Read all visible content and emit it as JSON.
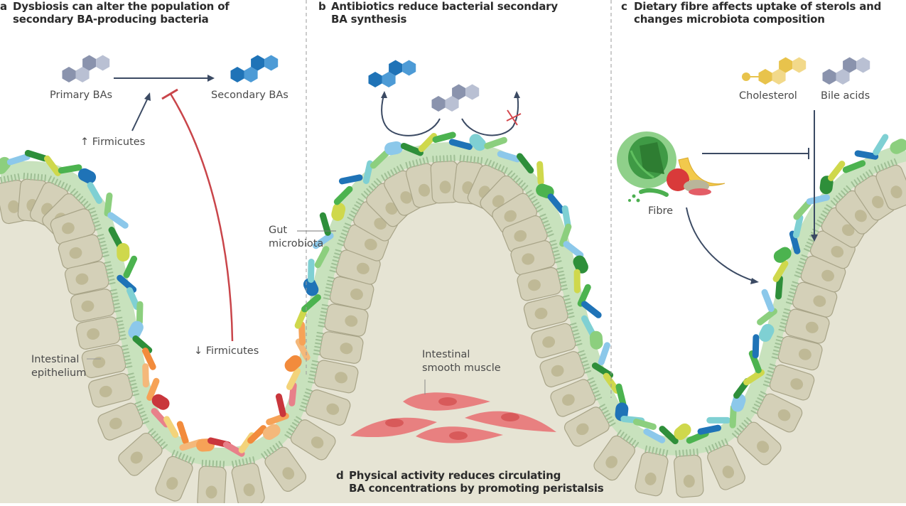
{
  "figure": {
    "panels": {
      "a": {
        "letter": "a",
        "title_line1": "Dysbiosis can alter the population of",
        "title_line2": "secondary BA-producing bacteria",
        "primary_label": "Primary BAs",
        "secondary_label": "Secondary BAs",
        "firmicutes_up": "↑ Firmicutes",
        "firmicutes_down": "↓ Firmicutes",
        "epithelium_label_line1": "Intestinal",
        "epithelium_label_line2": "epithelium"
      },
      "b": {
        "letter": "b",
        "title_line1": "Antibiotics reduce bacterial secondary",
        "title_line2": "BA synthesis",
        "microbiota_label_line1": "Gut",
        "microbiota_label_line2": "microbiota"
      },
      "c": {
        "letter": "c",
        "title_line1": "Dietary fibre affects uptake of sterols and",
        "title_line2": "changes microbiota composition",
        "cholesterol_label": "Cholesterol",
        "bile_acids_label": "Bile acids",
        "fibre_label": "Fibre"
      },
      "d": {
        "letter": "d",
        "title_line1": "Physical activity reduces circulating",
        "title_line2": "BA concentrations by promoting peristalsis",
        "muscle_label_line1": "Intestinal",
        "muscle_label_line2": "smooth muscle"
      }
    },
    "icons": {
      "primary_ba": "hexagon-molecule-icon",
      "secondary_ba": "hexagon-molecule-icon",
      "cholesterol": "hexagon-molecule-icon",
      "fibre": "fruit-vegetable-icon",
      "inhibit": "x-mark-icon"
    },
    "colors": {
      "text": "#2b2b2b",
      "label": "#4a4a4a",
      "arrow": "#3b4a63",
      "inhibit_red": "#c9454a",
      "lumen_bg": "#e6e4d4",
      "cell": "#d4d0b8",
      "cell_border": "#a8a488",
      "nucleus": "#bfb996",
      "mucus": "#c8e2bd",
      "primary_ba_dark": "#8a93ad",
      "primary_ba_light": "#b9c0d3",
      "secondary_ba_dark": "#1f73b7",
      "secondary_ba_light": "#4d9bd6",
      "cholesterol_dark": "#e8c34c",
      "cholesterol_light": "#f2d98a",
      "muscle": "#e88080",
      "muscle_nucleus": "#d85a5a"
    }
  }
}
